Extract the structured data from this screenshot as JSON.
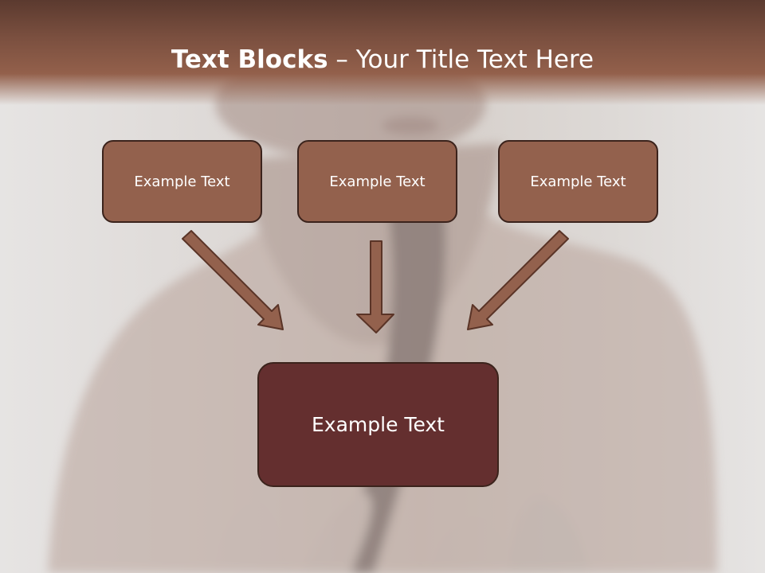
{
  "colors": {
    "header": "#7a4f3f",
    "box_fill": "#93614d",
    "box_border": "#3b231c",
    "main_fill": "#642f2f",
    "arrow_fill": "#93614d"
  },
  "slide": {
    "title_bold": "Text Blocks",
    "title_sep": " – ",
    "title_rest": "Your Title Text Here",
    "blocks": [
      {
        "label": "Example Text"
      },
      {
        "label": "Example Text"
      },
      {
        "label": "Example Text"
      }
    ],
    "main_block": {
      "label": "Example Text"
    }
  }
}
